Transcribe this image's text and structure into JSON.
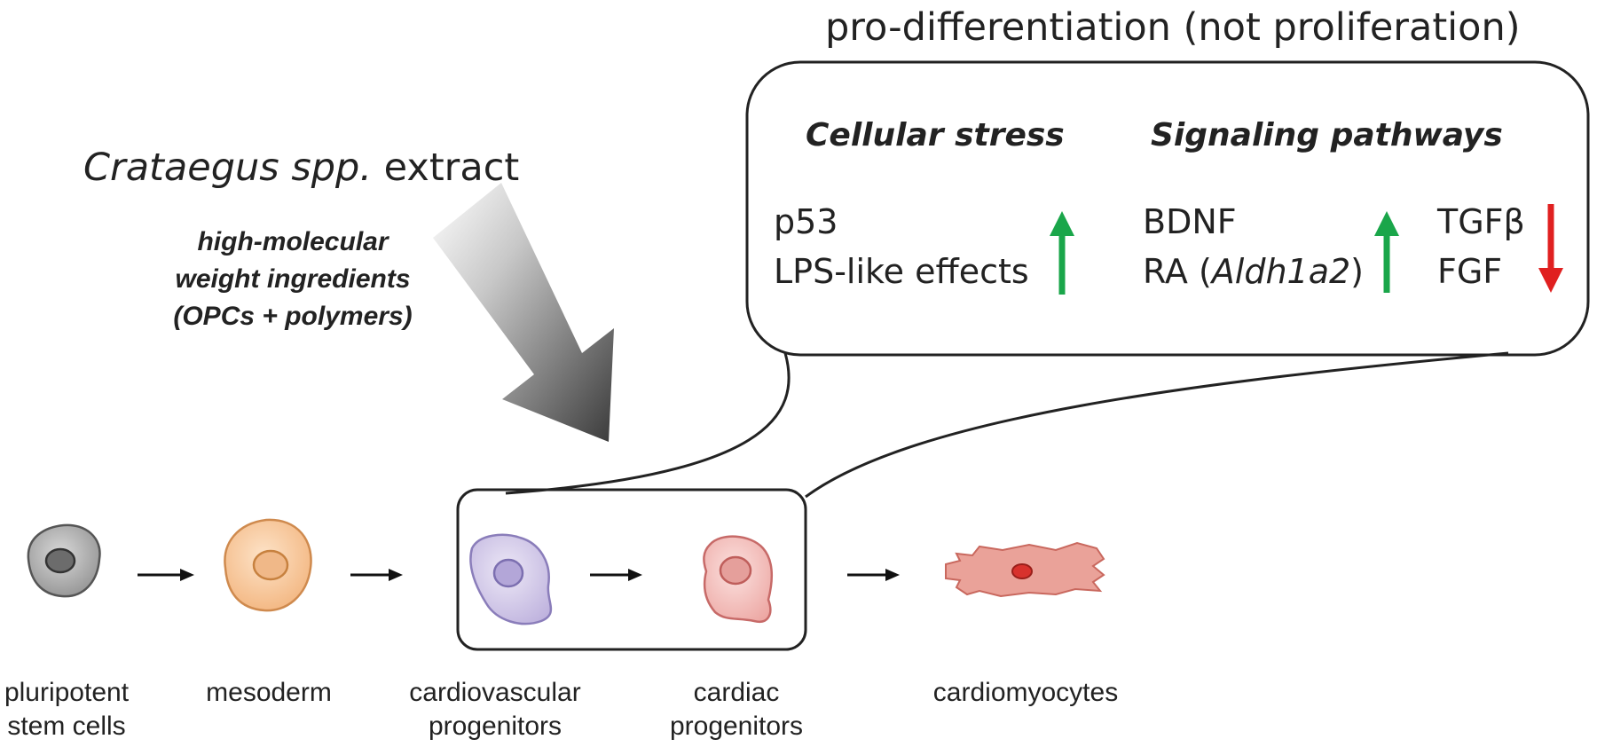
{
  "title": "pro-differentiation (not proliferation)",
  "extract": {
    "italic_part": "Crataegus spp.",
    "rest": " extract"
  },
  "ingredients": {
    "lines": [
      "high-molecular",
      "weight ingredients",
      "(OPCs + polymers)"
    ]
  },
  "panel": {
    "cellular_stress": {
      "heading": "Cellular stress",
      "items": [
        "p53",
        "LPS-like effects"
      ],
      "direction": "up"
    },
    "signaling": {
      "heading": "Signaling pathways",
      "up_items": [
        {
          "text": "BDNF"
        },
        {
          "text_prefix": "RA (",
          "text_italic": "Aldh1a2",
          "text_suffix": ")"
        }
      ],
      "down_items": [
        "TGFβ",
        "FGF"
      ]
    },
    "colors": {
      "up": "#1aa64a",
      "down": "#e02020"
    }
  },
  "stages": [
    {
      "lines": [
        "pluripotent",
        "stem cells"
      ],
      "color": "#7a7a7a"
    },
    {
      "lines": [
        "mesoderm"
      ],
      "color": "#e8a36a"
    },
    {
      "lines": [
        "cardiovascular",
        "progenitors"
      ],
      "color": "#9a8cc4"
    },
    {
      "lines": [
        "cardiac",
        "progenitors"
      ],
      "color": "#d9787a"
    },
    {
      "lines": [
        "cardiomyocytes"
      ],
      "color": "#e38b82"
    }
  ]
}
